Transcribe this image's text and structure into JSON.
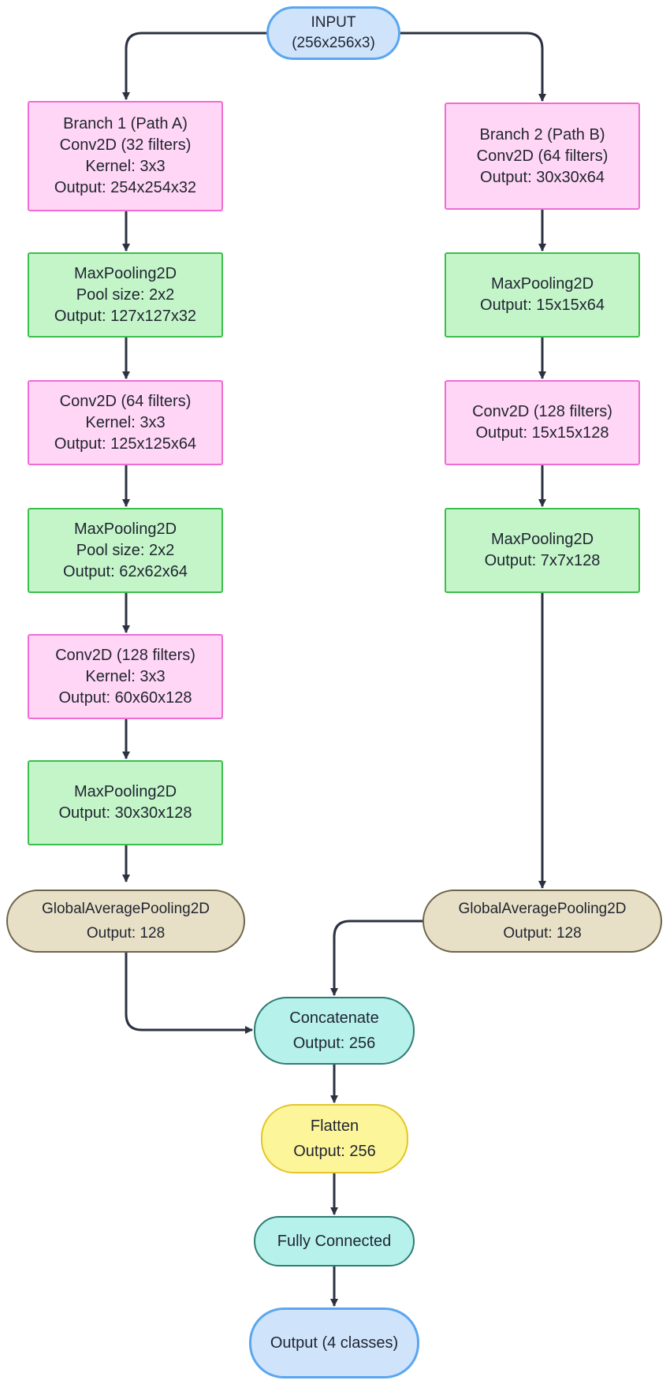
{
  "colors": {
    "edge": "#2b3140",
    "conv_fill": "#ffd6f5",
    "conv_border": "#ef6dd2",
    "pool_fill": "#c4f5c9",
    "pool_border": "#3dbd4c",
    "gap_fill": "#e8e0c6",
    "gap_border": "#6b6449",
    "concat_fill": "#b6f1ec",
    "concat_border": "#2d7d72",
    "flatten_fill": "#fdf59a",
    "flatten_border": "#e3c628",
    "io_fill": "#cfe3fb",
    "io_border": "#5aa6ef"
  },
  "nodes": {
    "input": {
      "lines": [
        "INPUT",
        "(256x256x3)"
      ]
    },
    "branch_a": {
      "conv1": {
        "lines": [
          "Branch 1 (Path A)",
          "Conv2D (32 filters)",
          "Kernel: 3x3",
          "Output: 254x254x32"
        ]
      },
      "pool1": {
        "lines": [
          "MaxPooling2D",
          "Pool size: 2x2",
          "Output: 127x127x32"
        ]
      },
      "conv2": {
        "lines": [
          "Conv2D (64 filters)",
          "Kernel: 3x3",
          "Output: 125x125x64"
        ]
      },
      "pool2": {
        "lines": [
          "MaxPooling2D",
          "Pool size: 2x2",
          "Output: 62x62x64"
        ]
      },
      "conv3": {
        "lines": [
          "Conv2D (128 filters)",
          "Kernel: 3x3",
          "Output: 60x60x128"
        ]
      },
      "pool3": {
        "lines": [
          "MaxPooling2D",
          "Output: 30x30x128"
        ]
      },
      "gap": {
        "lines": [
          "GlobalAveragePooling2D",
          "Output: 128"
        ]
      }
    },
    "branch_b": {
      "conv1": {
        "lines": [
          "Branch 2 (Path B)",
          "Conv2D (64 filters)",
          "Output: 30x30x64"
        ]
      },
      "pool1": {
        "lines": [
          "MaxPooling2D",
          "Output: 15x15x64"
        ]
      },
      "conv2": {
        "lines": [
          "Conv2D (128 filters)",
          "Output: 15x15x128"
        ]
      },
      "pool2": {
        "lines": [
          "MaxPooling2D",
          "Output: 7x7x128"
        ]
      },
      "gap": {
        "lines": [
          "GlobalAveragePooling2D",
          "Output: 128"
        ]
      }
    },
    "concat": {
      "lines": [
        "Concatenate",
        "Output: 256"
      ]
    },
    "flatten": {
      "lines": [
        "Flatten",
        "Output: 256"
      ]
    },
    "dense": {
      "lines": [
        "Fully Connected"
      ]
    },
    "output": {
      "lines": [
        "Output (4 classes)"
      ]
    }
  }
}
